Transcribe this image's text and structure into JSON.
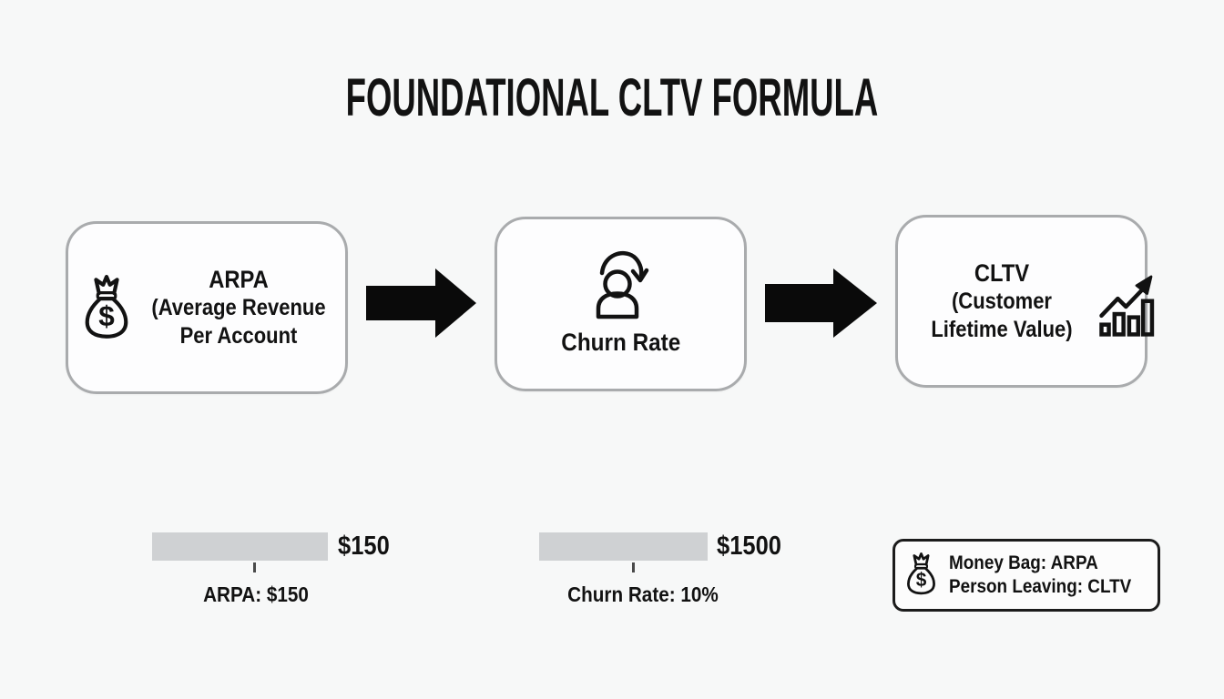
{
  "title": "FOUNDATIONAL CLTV FORMULA",
  "flow": {
    "nodes": [
      {
        "title": "ARPA",
        "line2": "(Average Revenue",
        "line3": "Per Account",
        "icon": "money-bag"
      },
      {
        "title": "Churn Rate",
        "icon": "person-churn"
      },
      {
        "title": "CLTV",
        "line2": "(Customer",
        "line3": "Lifetime Value)",
        "icon": "growth-chart"
      }
    ],
    "connector": "black-right-arrow"
  },
  "stats": [
    {
      "value_label": "$150",
      "caption": "ARPA: $150"
    },
    {
      "value_label": "$1500",
      "caption": "Churn Rate: 10%"
    }
  ],
  "legend": {
    "icon": "money-bag",
    "line1": "Money Bag: ARPA",
    "line2": "Person Leaving: CLTV"
  },
  "icons": {
    "dollar_glyph": "$"
  },
  "colors": {
    "background": "#f7f8f8",
    "ink": "#121212",
    "node_border": "#a9abad",
    "node_fill": "#fdfdfe",
    "bar_fill": "#cfd1d3",
    "arrow": "#0a0a0a",
    "legend_border": "#1c1c1c",
    "tick": "#4a4a4a"
  },
  "chart_data": {
    "type": "bar",
    "bars": [
      {
        "label": "ARPA: $150",
        "value": 150,
        "value_label": "$150"
      },
      {
        "label": "Churn Rate: 10%",
        "value": 1500,
        "value_label": "$1500"
      }
    ],
    "legend_position": "bottom-right",
    "grid": false
  }
}
